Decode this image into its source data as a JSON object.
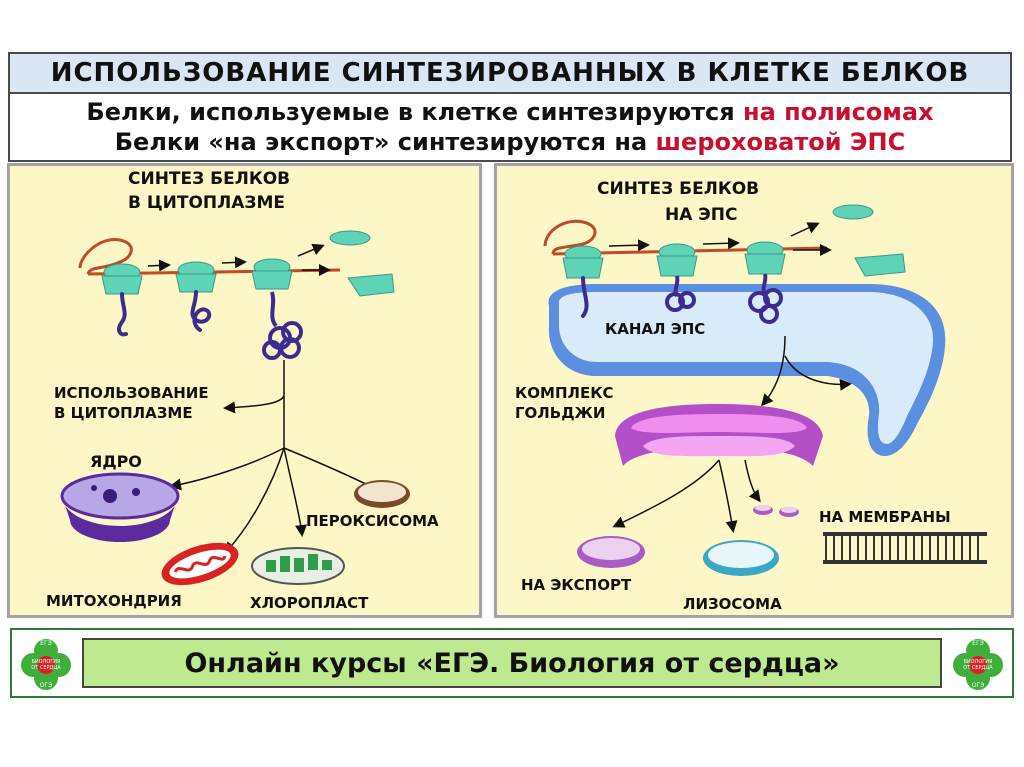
{
  "header": {
    "title": "ИСПОЛЬЗОВАНИЕ СИНТЕЗИРОВАННЫХ  В КЛЕТКЕ  БЕЛКОВ",
    "line1_text": "Белки, используемые в клетке синтезируются ",
    "line1_highlight": "на полисомах",
    "line2_text": "Белки  «на экспорт» синтезируются на ",
    "line2_highlight": "шероховатой  ЭПС"
  },
  "left_panel": {
    "title_line1": "СИНТЕЗ БЕЛКОВ",
    "title_line2": "В ЦИТОПЛАЗМЕ",
    "usage_line1": "ИСПОЛЬЗОВАНИЕ",
    "usage_line2": "В ЦИТОПЛАЗМЕ",
    "nucleus": "ЯДРО",
    "peroxisome": "ПЕРОКСИСОМА",
    "mitochondria": "МИТОХОНДРИЯ",
    "chloroplast": "ХЛОРОПЛАСТ"
  },
  "right_panel": {
    "title_line1": "СИНТЕЗ БЕЛКОВ",
    "title_line2": "НА ЭПС",
    "er_channel": "КАНАЛ ЭПС",
    "golgi_line1": "КОМПЛЕКС",
    "golgi_line2": "ГОЛЬДЖИ",
    "membranes": "НА МЕМБРАНЫ",
    "export": "НА ЭКСПОРТ",
    "lysosome": "ЛИЗОСОМА"
  },
  "footer": {
    "text": "Онлайн курсы  «ЕГЭ. Биология от сердца»",
    "logo_top": "ЕГЭ",
    "logo_mid1": "БИОЛОГИЯ",
    "logo_mid2": "ОТ СЕРДЦА",
    "logo_bottom": "ОГЭ"
  },
  "colors": {
    "highlight": "#c8102e",
    "panel_bg": "#fdf6c6",
    "ribosome": "#5fd3b5",
    "protein": "#3d2c8f",
    "er": "#9fc3ee",
    "golgi": "#d957d9",
    "footer_bar": "#bfe98f"
  }
}
